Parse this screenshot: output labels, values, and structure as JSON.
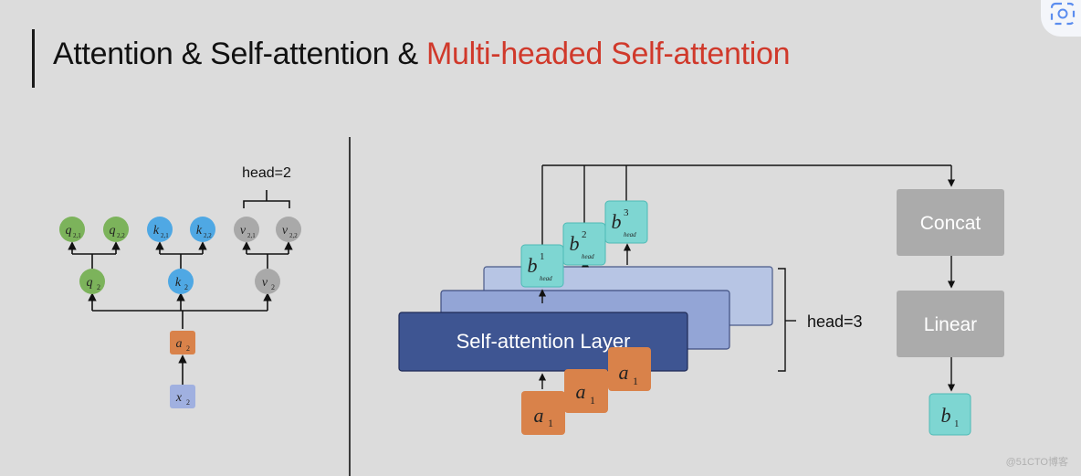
{
  "title": {
    "plain": "Attention & Self-attention &",
    "accent": "Multi-headed Self-attention"
  },
  "colors": {
    "accent": "#d0392b",
    "q_green": "#7cb35b",
    "k_blue": "#4fa8e4",
    "v_gray": "#a9a9a9",
    "a_orange": "#d9824a",
    "x_lavender": "#a0b0e0",
    "b_teal": "#7ed6d2",
    "layer_dark": "#3e5592",
    "layer_mid": "#93a5d6",
    "layer_light": "#b7c5e4",
    "box_gray": "#ababab"
  },
  "left_diagram": {
    "head_label": "head=2",
    "input": {
      "base": "x",
      "sub": "2"
    },
    "embedding": {
      "base": "a",
      "sub": "2"
    },
    "projections": [
      {
        "base": "q",
        "sub": "2"
      },
      {
        "base": "k",
        "sub": "2"
      },
      {
        "base": "v",
        "sub": "2"
      }
    ],
    "heads": [
      {
        "base": "q",
        "sub": "2,1"
      },
      {
        "base": "q",
        "sub": "2,2"
      },
      {
        "base": "k",
        "sub": "2,1"
      },
      {
        "base": "k",
        "sub": "2,2"
      },
      {
        "base": "v",
        "sub": "2,1"
      },
      {
        "base": "v",
        "sub": "2,2"
      }
    ]
  },
  "right_diagram": {
    "layer_label": "Self-attention Layer",
    "head_count_label": "head=3",
    "inputs": [
      {
        "base": "a",
        "sub": "1"
      },
      {
        "base": "a",
        "sub": "1"
      },
      {
        "base": "a",
        "sub": "1"
      }
    ],
    "outputs": [
      {
        "base": "b",
        "sup": "1",
        "sub": "head"
      },
      {
        "base": "b",
        "sup": "2",
        "sub": "head"
      },
      {
        "base": "b",
        "sup": "3",
        "sub": "head"
      }
    ],
    "concat_label": "Concat",
    "linear_label": "Linear",
    "final_output": {
      "base": "b",
      "sub": "1"
    }
  },
  "watermark": "@51CTO博客"
}
